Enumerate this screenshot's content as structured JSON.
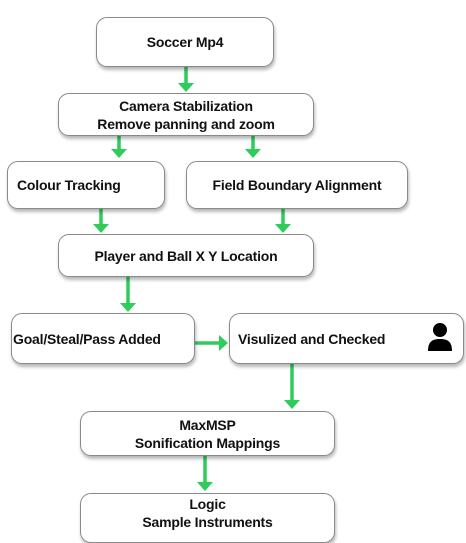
{
  "nodes": {
    "soccer": {
      "lines": [
        "Soccer Mp4"
      ]
    },
    "camera": {
      "lines": [
        "Camera Stabilization",
        "Remove panning and zoom"
      ]
    },
    "colour": {
      "lines": [
        "Colour Tracking"
      ]
    },
    "field": {
      "lines": [
        "Field Boundary Alignment"
      ]
    },
    "player": {
      "lines": [
        "Player and Ball X Y Location"
      ]
    },
    "goal": {
      "lines": [
        "Goal/Steal/Pass Added"
      ]
    },
    "visual": {
      "lines": [
        "Visulized and Checked"
      ]
    },
    "maxmsp": {
      "lines": [
        "MaxMSP",
        "Sonification Mappings"
      ]
    },
    "logic": {
      "lines": [
        "Logic",
        "Sample Instruments"
      ]
    }
  },
  "edges": [
    {
      "from": "soccer",
      "to": "camera"
    },
    {
      "from": "camera",
      "to": "colour"
    },
    {
      "from": "camera",
      "to": "field"
    },
    {
      "from": "colour",
      "to": "player"
    },
    {
      "from": "field",
      "to": "player"
    },
    {
      "from": "player",
      "to": "goal"
    },
    {
      "from": "goal",
      "to": "visual"
    },
    {
      "from": "visual",
      "to": "maxmsp"
    },
    {
      "from": "maxmsp",
      "to": "logic"
    }
  ],
  "icons": {
    "reviewer": "person-icon"
  },
  "colors": {
    "arrow": "#2ecc5b",
    "border": "#8a8a8a",
    "text": "#111111"
  }
}
